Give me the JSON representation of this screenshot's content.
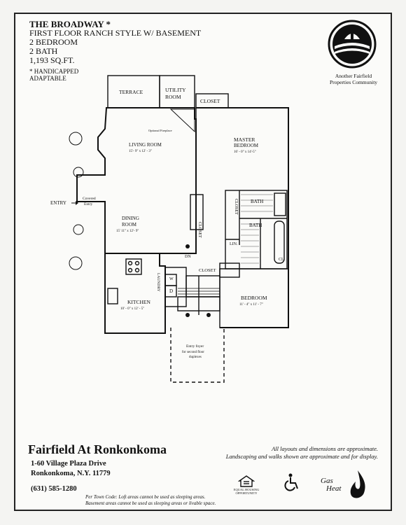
{
  "header": {
    "title": "THE BROADWAY *",
    "style": "FIRST FLOOR  RANCH STYLE W/ BASEMENT",
    "bedrooms": "2 BEDROOM",
    "baths": "2 BATH",
    "sqft": "1,193 SQ.FT.",
    "note_line1": "* HANDICAPPED",
    "note_line2": "ADAPTABLE"
  },
  "logo": {
    "line1": "Another Fairfield",
    "line2": "Properties Community"
  },
  "rooms": {
    "terrace": "TERRACE",
    "utility1": "UTILITY",
    "utility2": "ROOM",
    "closet": "CLOSET",
    "fireplace": "Optional Fireplace",
    "living": "LIVING ROOM",
    "living_dims": "15'- 9\" x 12' - 3\"",
    "master1": "MASTER",
    "master2": "BEDROOM",
    "master_dims": "16' - 0\" x 14'-5\"",
    "entry": "ENTRY",
    "covered1": "Covered",
    "covered2": "Entry",
    "dining1": "DINING",
    "dining2": "ROOM",
    "dining_dims": "15' 11\" x 12'- 9\"",
    "bath": "BATH",
    "lin": "LIN.",
    "cl": "CL",
    "dn": "DN",
    "washer": "W",
    "dryer": "D",
    "laundry": "LAUNDRY",
    "kitchen": "KITCHEN",
    "kitchen_dims": "10' - 0\" x 12' - 5\"",
    "bedroom": "BEDROOM",
    "bedroom_dims": "11' - 4\" x 11' - 7\"",
    "foyer1": "Entry foyer",
    "foyer2": "for second floor",
    "foyer3": "duplexes"
  },
  "footer": {
    "community": "Fairfield At Ronkonkoma",
    "addr1": "1-60 Village Plaza Drive",
    "addr2": "Ronkonkoma, N.Y. 11779",
    "phone": "(631) 585-1280",
    "code1": "Per Town Code: Loft areas cannot be used as sleeping areas.",
    "code2": "Basement areas cannot be used as sleeping areas or livable space.",
    "disclaimer1": "All layouts and dimensions are approximate.",
    "disclaimer2": "Landscaping and walks shown are approximate and for display.",
    "eho1": "EQUAL HOUSING",
    "eho2": "OPPORTUNITY",
    "gas1": "Gas",
    "gas2": "Heat"
  }
}
